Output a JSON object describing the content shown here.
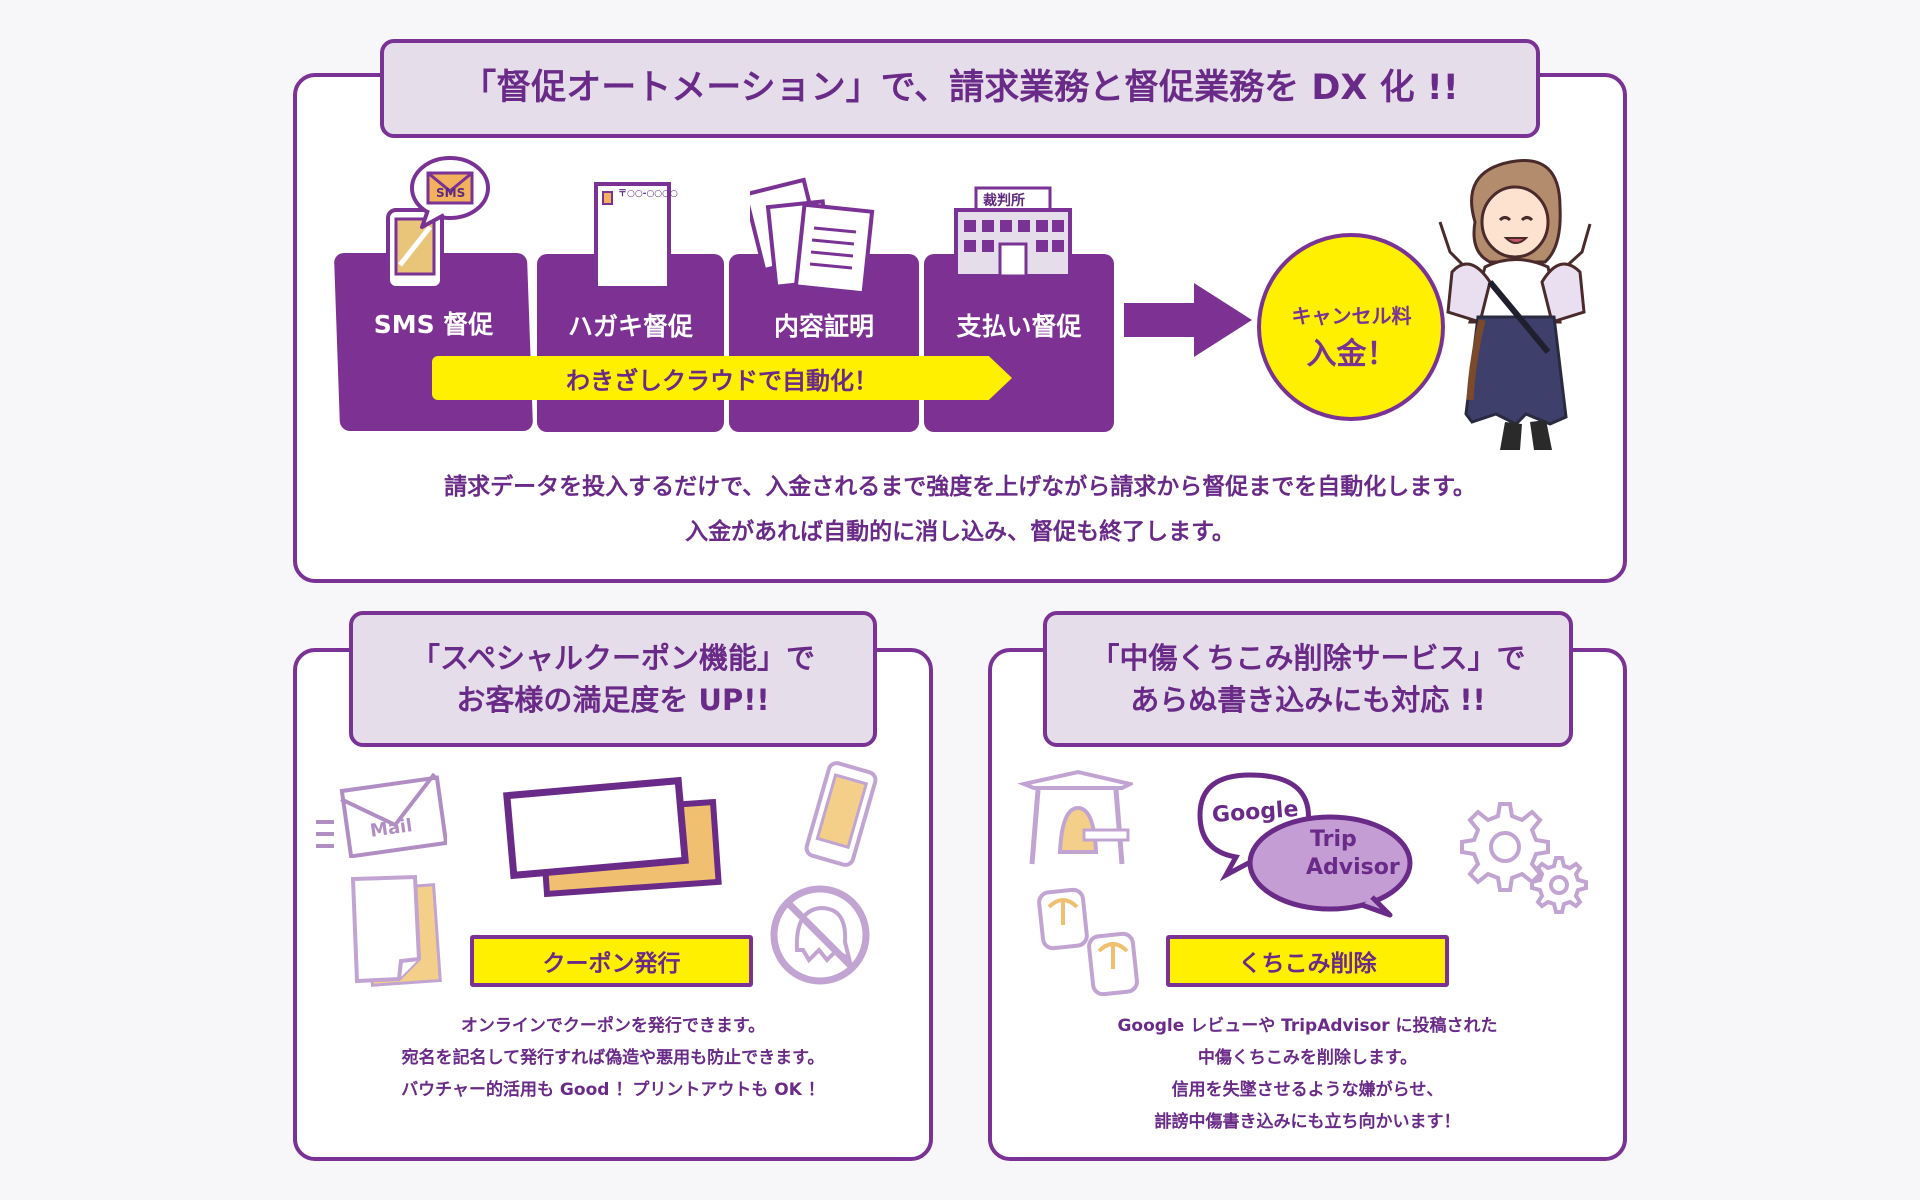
{
  "top": {
    "title": "「督促オートメーション」で、請求業務と督促業務を DX 化 !!",
    "steps": [
      {
        "label": "SMS 督促",
        "icon": "sms-phone-icon"
      },
      {
        "label": "ハガキ督促",
        "icon": "postcard-icon"
      },
      {
        "label": "内容証明",
        "icon": "documents-icon"
      },
      {
        "label": "支払い督促",
        "icon": "courthouse-icon"
      }
    ],
    "sms_badge": "SMS",
    "postcard_code": "〒○○-○○○○",
    "court_sign": "裁判所",
    "banner": "わきざしクラウドで自動化！",
    "result_line1": "キャンセル料",
    "result_line2": "入金！",
    "desc_line1": "請求データを投入するだけで、入金されるまで強度を上げながら請求から督促までを自動化します。",
    "desc_line2": "入金があれば自動的に消し込み、督促も終了します。"
  },
  "coupon": {
    "title_line1": "「スペシャルクーポン機能」で",
    "title_line2": "お客様の満足度を UP!!",
    "mail_label": "Mail",
    "button": "クーポン発行",
    "desc_line1": "オンラインでクーポンを発行できます。",
    "desc_line2": "宛名を記名して発行すれば偽造や悪用も防止できます。",
    "desc_line3": "バウチャー的活用も Good ！プリントアウトも OK ！"
  },
  "review": {
    "title_line1": "「中傷くちこみ削除サービス」で",
    "title_line2": "あらぬ書き込みにも対応 !!",
    "google_label": "Google",
    "trip_line1": "Trip",
    "trip_line2": "Advisor",
    "button": "くちこみ削除",
    "desc_line1": "Google レビューや TripAdvisor に投稿された",
    "desc_line2": "中傷くちこみを削除します。",
    "desc_line3": "信用を失墜させるような嫌がらせ、",
    "desc_line4": "誹謗中傷書き込みにも立ち向かいます！"
  },
  "colors": {
    "purple": "#7a3295",
    "yellow": "#fff000",
    "lavender": "#e5dde9"
  }
}
